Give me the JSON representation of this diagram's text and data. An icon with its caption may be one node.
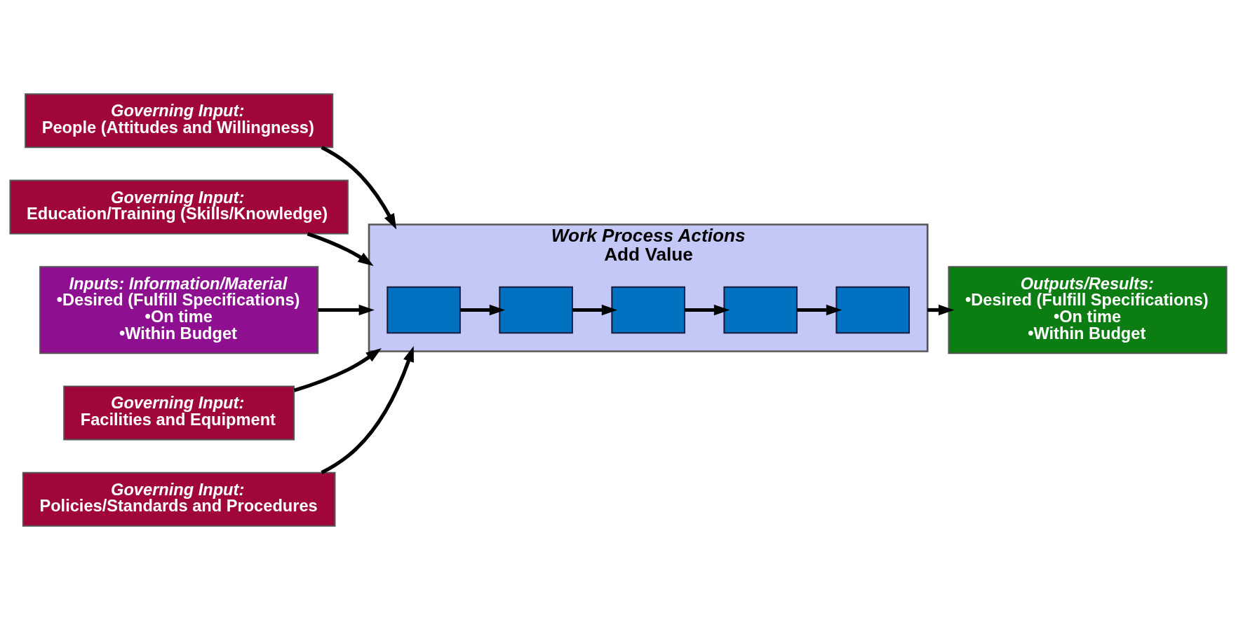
{
  "diagram": {
    "nodes": [
      {
        "text": [
          "Governing Input:",
          "People (Attitudes and Willingness)"
        ]
      },
      {
        "text": [
          "Governing Input:",
          "Education/Training (Skills/Knowledge)"
        ]
      },
      {
        "text": [
          "Inputs: Information/Material",
          "•Desired (Fulfill Specifications)",
          "•On time",
          "•Within Budget"
        ]
      },
      {
        "text": [
          "Work Process Actions",
          "Add Value"
        ]
      },
      {
        "text": [],
        "shape": "box",
        "in": 3
      },
      {
        "text": [],
        "shape": "box",
        "in": 3
      },
      {
        "text": [],
        "shape": "box",
        "in": 3
      },
      {
        "text": [],
        "shape": "box",
        "in": 3
      },
      {
        "text": [],
        "shape": "box",
        "in": 3
      },
      {
        "text": [
          "Outputs/Results:",
          "•Desired (Fulfill Specifications)",
          "•On time",
          "•Within Budget"
        ]
      },
      {
        "text": [
          "Governing Input:",
          "Facilities and Equipment"
        ]
      },
      {
        "text": [
          "Governing Input:",
          "Policies/Standards and Procedures"
        ]
      }
    ],
    "edges": [
      {
        "from": 0,
        "to": 3,
        "arrow": "to"
      },
      {
        "from": 1,
        "to": 3,
        "arrow": "to"
      },
      {
        "from": 2,
        "to": 3,
        "arrow": "to"
      },
      {
        "from": 4,
        "to": 5,
        "arrow": "to"
      },
      {
        "from": 5,
        "to": 6,
        "arrow": "to"
      },
      {
        "from": 6,
        "to": 7,
        "arrow": "to"
      },
      {
        "from": 7,
        "to": 8,
        "arrow": "to"
      },
      {
        "from": 3,
        "to": 9,
        "arrow": "to"
      },
      {
        "from": 10,
        "to": 3,
        "arrow": "to"
      },
      {
        "from": 11,
        "to": 3,
        "arrow": "to"
      }
    ]
  }
}
